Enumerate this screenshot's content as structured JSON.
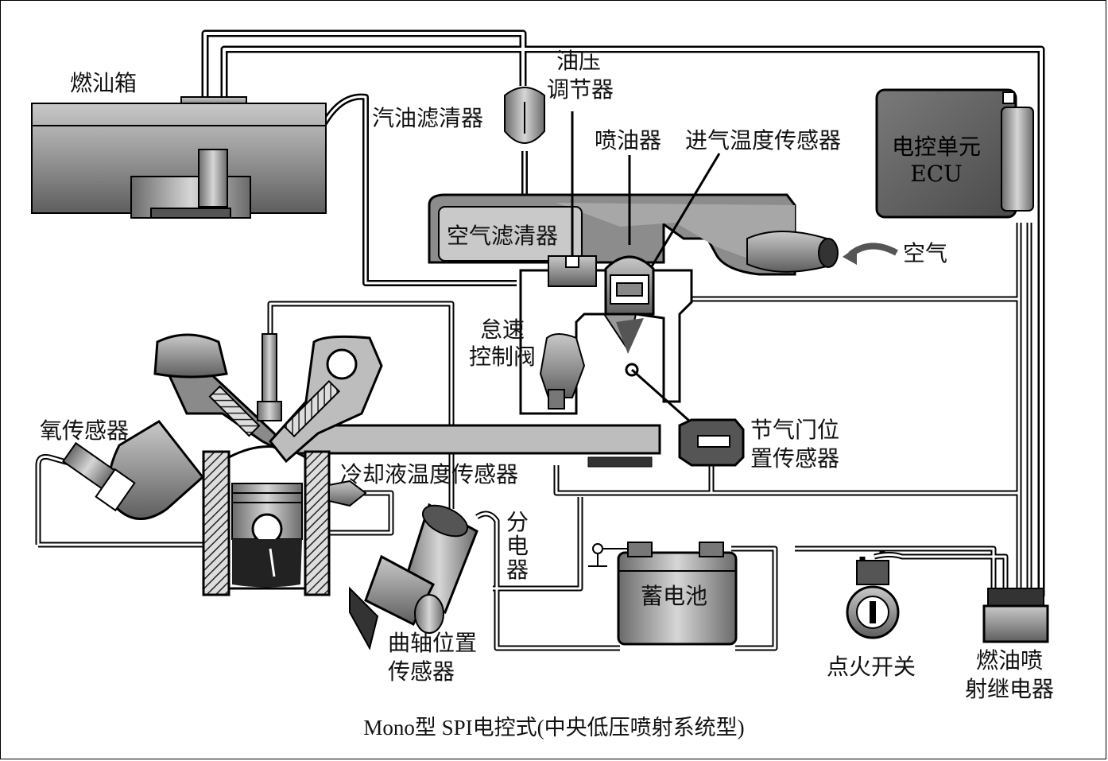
{
  "labels": {
    "fuel_tank": "燃汕箱",
    "fuel_filter": "汽油滤清器",
    "pressure_regulator_1": "油压",
    "pressure_regulator_2": "调节器",
    "injector": "喷油器",
    "intake_temp_sensor": "进气温度传感器",
    "ecu_1": "电控单元",
    "ecu_2": "ECU",
    "air_filter": "空气滤清器",
    "air": "空气",
    "idle_valve_1": "怠速",
    "idle_valve_2": "控制阀",
    "oxygen_sensor": "氧传感器",
    "throttle_sensor_1": "节气门位",
    "throttle_sensor_2": "置传感器",
    "coolant_sensor": "冷却液温度传感器",
    "distributor": "分电器",
    "battery": "蓄电池",
    "crank_sensor_1": "曲轴位置",
    "crank_sensor_2": "传感器",
    "ignition_switch": "点火开关",
    "fuel_relay_1": "燃油喷",
    "fuel_relay_2": "射继电器"
  },
  "caption": "Mono型 SPI电控式(中央低压喷射系统型)"
}
